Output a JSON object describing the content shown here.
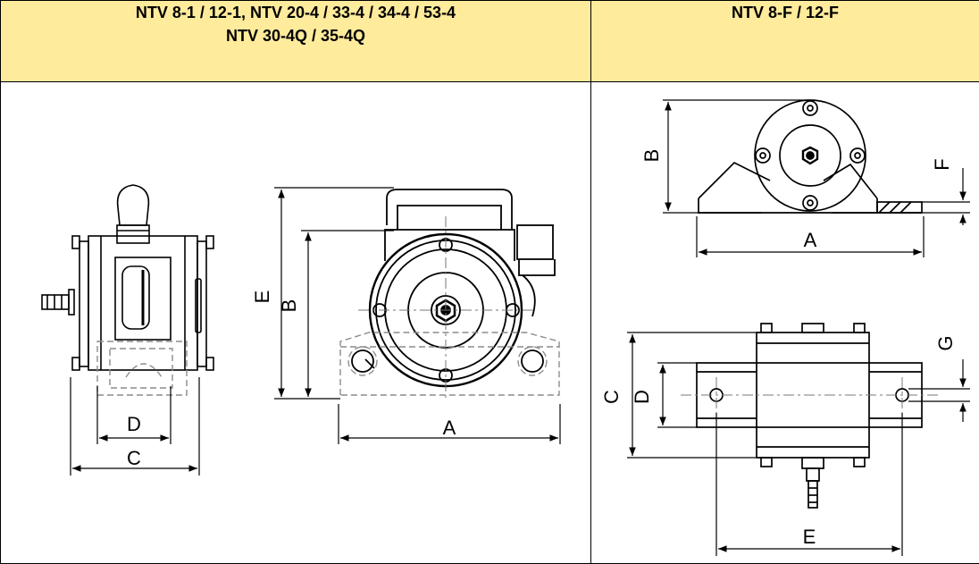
{
  "header": {
    "left_line1": "NTV 8-1 / 12-1, NTV 20-4 / 33-4 / 34-4 / 53-4",
    "left_line2": "NTV 30-4Q / 35-4Q",
    "right": "NTV 8-F / 12-F"
  },
  "left_drawing": {
    "side_view_dims": {
      "d": "D",
      "c": "C"
    },
    "front_view_dims": {
      "e": "E",
      "b": "B",
      "a": "A"
    }
  },
  "right_drawing": {
    "front_view_dims": {
      "b": "B",
      "f": "F",
      "a": "A"
    },
    "top_view_dims": {
      "c": "C",
      "d": "D",
      "g": "G",
      "e": "E"
    }
  },
  "colors": {
    "header_bg": "#ffeb9c",
    "line": "#000000",
    "dashed": "#8c8c8c"
  }
}
